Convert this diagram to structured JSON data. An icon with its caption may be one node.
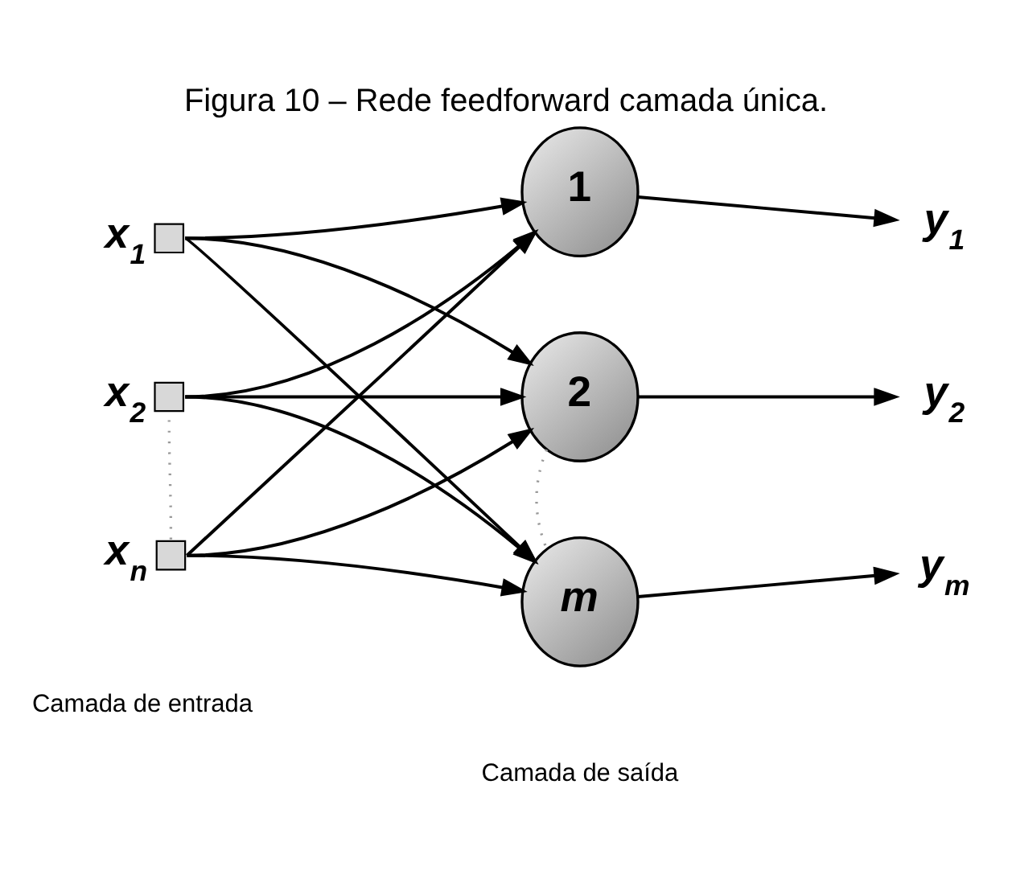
{
  "diagram": {
    "title": "Figura 10 – Rede feedforward camada única.",
    "nodes": [
      {
        "text": [],
        "shape": "box",
        "beside": [
          "x$_{1}$"
        ]
      },
      {
        "text": [],
        "shape": "box",
        "beside": [
          "x$_{2}$"
        ]
      },
      {
        "text": [],
        "shape": "box",
        "beside": [
          "x$_{n}$"
        ]
      },
      {
        "text": [
          "1"
        ]
      },
      {
        "text": [
          "2"
        ]
      },
      {
        "text": [
          "m"
        ]
      },
      {
        "text": [
          "y$_{1}$"
        ]
      },
      {
        "text": [
          "y$_{2}$"
        ]
      },
      {
        "text": [
          "y$_{m}$"
        ]
      }
    ],
    "edges": [
      {
        "from": 0,
        "to": 3,
        "arrow": "to"
      },
      {
        "from": 0,
        "to": 4,
        "arrow": "to"
      },
      {
        "from": 0,
        "to": 5,
        "arrow": "to"
      },
      {
        "from": 1,
        "to": 3,
        "arrow": "to"
      },
      {
        "from": 1,
        "to": 4,
        "arrow": "to"
      },
      {
        "from": 1,
        "to": 5,
        "arrow": "to"
      },
      {
        "from": 2,
        "to": 3,
        "arrow": "to"
      },
      {
        "from": 2,
        "to": 4,
        "arrow": "to"
      },
      {
        "from": 2,
        "to": 5,
        "arrow": "to"
      },
      {
        "from": 3,
        "to": 6,
        "arrow": "to"
      },
      {
        "from": 4,
        "to": 7,
        "arrow": "to"
      },
      {
        "from": 5,
        "to": 8,
        "arrow": "to"
      },
      {
        "from": 1,
        "to": 2,
        "arrow": "none",
        "style": "dashed",
        "color": "#999999"
      },
      {
        "from": 4,
        "to": 5,
        "arrow": "none",
        "style": "dashed",
        "color": "#999999"
      }
    ],
    "labels": [
      "Camada de entrada",
      "Camada de saída"
    ]
  }
}
